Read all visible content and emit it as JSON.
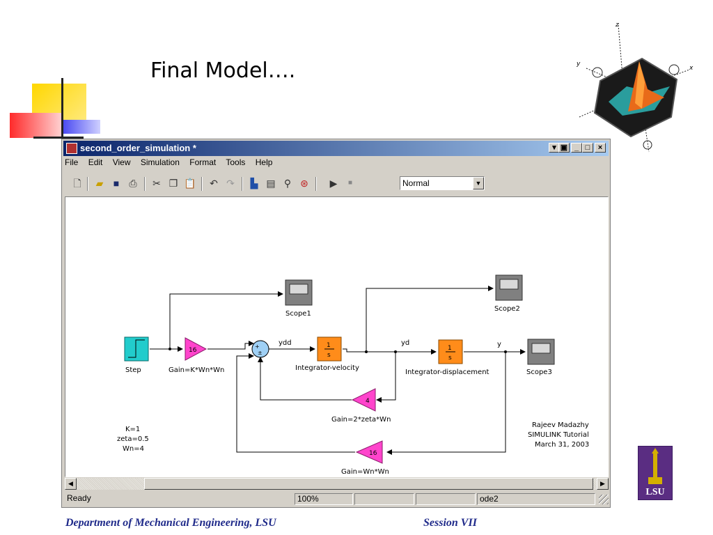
{
  "slide": {
    "title": "Final Model….",
    "footer_left": "Department of Mechanical Engineering, LSU",
    "footer_right": "Session VII",
    "logo_text": "LSU"
  },
  "window": {
    "title": "second_order_simulation *",
    "menu": [
      "File",
      "Edit",
      "View",
      "Simulation",
      "Format",
      "Tools",
      "Help"
    ],
    "sim_mode": "Normal",
    "status": {
      "state": "Ready",
      "zoom": "100%",
      "solver": "ode2"
    }
  },
  "diagram": {
    "blocks": {
      "step": "Step",
      "gain1_value": "16",
      "gain1_label": "Gain=K*Wn*Wn",
      "sum_signs": "+ ±",
      "int_vel_frac": "1/s",
      "int_vel_label": "Integrator-velocity",
      "int_disp_label": "Integrator-displacement",
      "gain2_value": "4",
      "gain2_label": "Gain=2*zeta*Wn",
      "gain3_value": "16",
      "gain3_label": "Gain=Wn*Wn",
      "scope1": "Scope1",
      "scope2": "Scope2",
      "scope3": "Scope3"
    },
    "signals": {
      "ydd": "ydd",
      "yd": "yd",
      "y": "y"
    },
    "params": [
      "K=1",
      "zeta=0.5",
      "Wn=4"
    ],
    "credits": [
      "Rajeev Madazhy",
      "SIMULINK Tutorial",
      "March 31, 2003"
    ]
  },
  "colors": {
    "gain": "#ff44cc",
    "integrator": "#ff8c1a",
    "step": "#22cccc",
    "scope": "#808080",
    "titlebar": "#0a246a",
    "footer_text": "#1f2a8a"
  },
  "icons": [
    "new-icon",
    "open-icon",
    "save-icon",
    "print-icon",
    "cut-icon",
    "copy-icon",
    "paste-icon",
    "undo-icon",
    "redo-icon",
    "library-icon",
    "model-browser-icon",
    "debug-icon",
    "target-icon",
    "play-icon",
    "stop-icon"
  ]
}
